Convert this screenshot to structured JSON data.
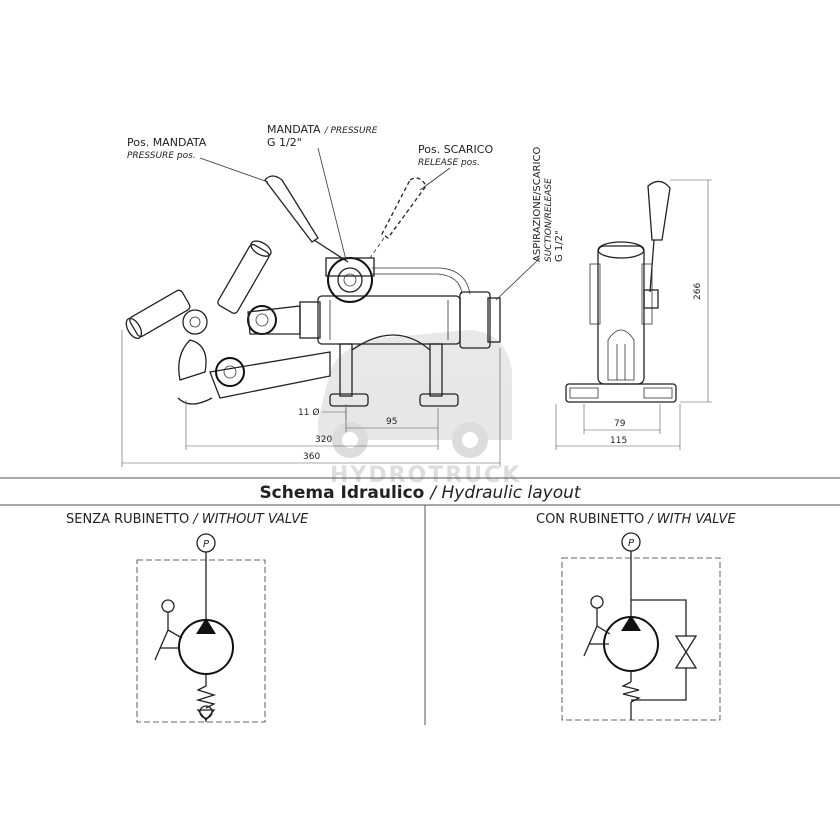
{
  "callouts": {
    "pos_mandata": "Pos. MANDATA",
    "pos_mandata_en": "PRESSURE pos.",
    "mandata": "MANDATA",
    "mandata_en": "/ PRESSURE",
    "mandata_thread": "G 1/2\"",
    "pos_scarico": "Pos. SCARICO",
    "pos_scarico_en": "RELEASE pos.",
    "aspirazione": "ASPIRAZIONE/SCARICO",
    "aspirazione_en": "SUCTION/RELEASE",
    "aspirazione_thread": "G 1/2\""
  },
  "dimensions": {
    "hole": "11 Ø",
    "d95": "95",
    "d320": "320",
    "d360": "360",
    "d266": "266",
    "d79": "79",
    "d115": "115"
  },
  "watermark": "HYDROTRUCK",
  "section": {
    "title": "Schema Idraulico",
    "subtitle": "/ Hydraulic layout"
  },
  "left_panel": {
    "title": "SENZA RUBINETTO",
    "title_en": "/ WITHOUT VALVE",
    "port": "P"
  },
  "right_panel": {
    "title": "CON RUBINETTO",
    "title_en": "/ WITH VALVE",
    "port": "P"
  }
}
